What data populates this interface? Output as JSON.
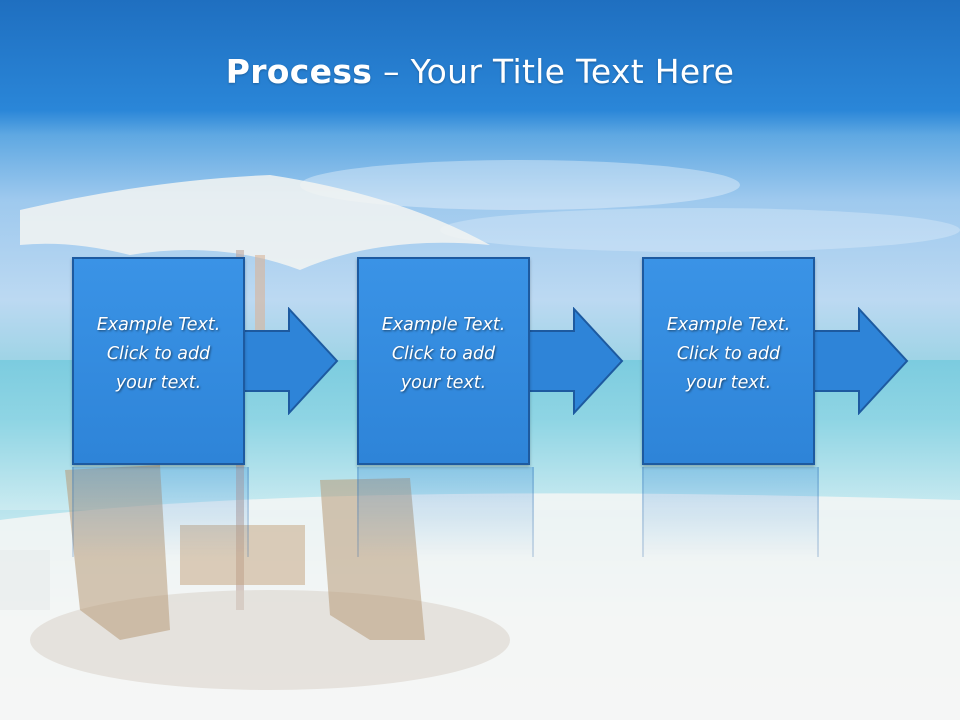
{
  "slide": {
    "title_bold": "Process",
    "title_rest": " – Your Title Text Here",
    "steps": [
      {
        "text": "Example Text.\nClick  to add\nyour text."
      },
      {
        "text": "Example Text.\nClick  to add\nyour text."
      },
      {
        "text": "Example Text.\nClick  to add\nyour text."
      }
    ]
  },
  "colors": {
    "title_bar": "#1f6fc0",
    "step_fill": "#2e84d8",
    "step_border": "#1d5aa0"
  },
  "icons": {
    "background": "beach-umbrella-chairs-image",
    "connector": "right-arrow-icon"
  }
}
